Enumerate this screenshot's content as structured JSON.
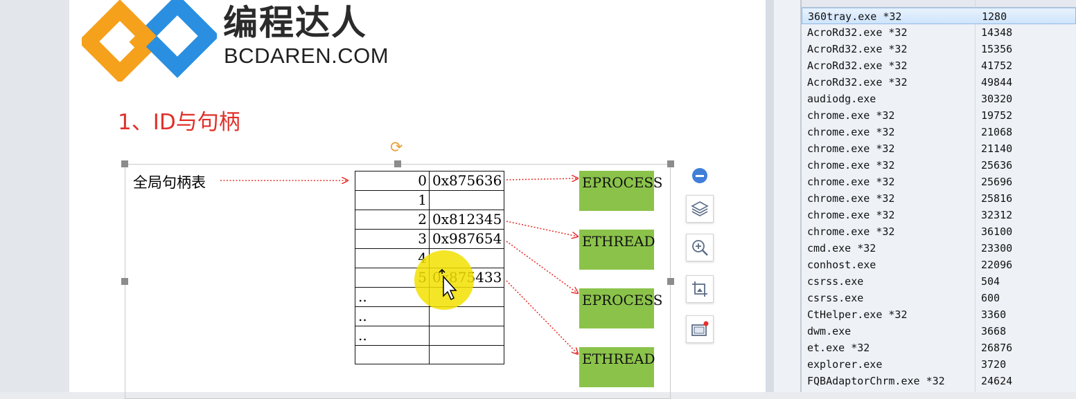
{
  "logo": {
    "title": "编程达人",
    "subtitle": "BCDAREN.COM",
    "colors": {
      "orange": "#f5a11c",
      "blue": "#2a8fe0"
    }
  },
  "slide": {
    "title": "1、ID与句柄",
    "title_color": "#e0302a",
    "global_label": "全局句柄表",
    "table_rows": [
      {
        "index": "0",
        "value": "0x875636"
      },
      {
        "index": "1",
        "value": ""
      },
      {
        "index": "2",
        "value": "0x812345"
      },
      {
        "index": "3",
        "value": "0x987654"
      },
      {
        "index": "4",
        "value": ""
      },
      {
        "index": "5",
        "value": "0x875433"
      },
      {
        "index": "..",
        "value": ""
      },
      {
        "index": "..",
        "value": ""
      },
      {
        "index": "..",
        "value": ""
      },
      {
        "index": "",
        "value": ""
      }
    ],
    "objects": [
      "EPROCESS",
      "ETHREAD",
      "EPROCESS",
      "ETHREAD"
    ],
    "object_color": "#8bc34a",
    "arrow_color": "#e8302a"
  },
  "toolbar": {
    "icons": [
      "collapse-icon",
      "layers-icon",
      "zoom-in-icon",
      "crop-image-icon",
      "picture-frame-icon"
    ]
  },
  "processes": [
    {
      "name": "360tray.exe *32",
      "pid": "1280"
    },
    {
      "name": "AcroRd32.exe *32",
      "pid": "14348"
    },
    {
      "name": "AcroRd32.exe *32",
      "pid": "15356"
    },
    {
      "name": "AcroRd32.exe *32",
      "pid": "41752"
    },
    {
      "name": "AcroRd32.exe *32",
      "pid": "49844"
    },
    {
      "name": "audiodg.exe",
      "pid": "30320"
    },
    {
      "name": "chrome.exe *32",
      "pid": "19752"
    },
    {
      "name": "chrome.exe *32",
      "pid": "21068"
    },
    {
      "name": "chrome.exe *32",
      "pid": "21140"
    },
    {
      "name": "chrome.exe *32",
      "pid": "25636"
    },
    {
      "name": "chrome.exe *32",
      "pid": "25696"
    },
    {
      "name": "chrome.exe *32",
      "pid": "25816"
    },
    {
      "name": "chrome.exe *32",
      "pid": "32312"
    },
    {
      "name": "chrome.exe *32",
      "pid": "36100"
    },
    {
      "name": "cmd.exe *32",
      "pid": "23300"
    },
    {
      "name": "conhost.exe",
      "pid": "22096"
    },
    {
      "name": "csrss.exe",
      "pid": "504"
    },
    {
      "name": "csrss.exe",
      "pid": "600"
    },
    {
      "name": "CtHelper.exe *32",
      "pid": "3360"
    },
    {
      "name": "dwm.exe",
      "pid": "3668"
    },
    {
      "name": "et.exe *32",
      "pid": "26876"
    },
    {
      "name": "explorer.exe",
      "pid": "3720"
    },
    {
      "name": "FQBAdaptorChrm.exe *32",
      "pid": "24624"
    }
  ],
  "selected_process_index": 0
}
